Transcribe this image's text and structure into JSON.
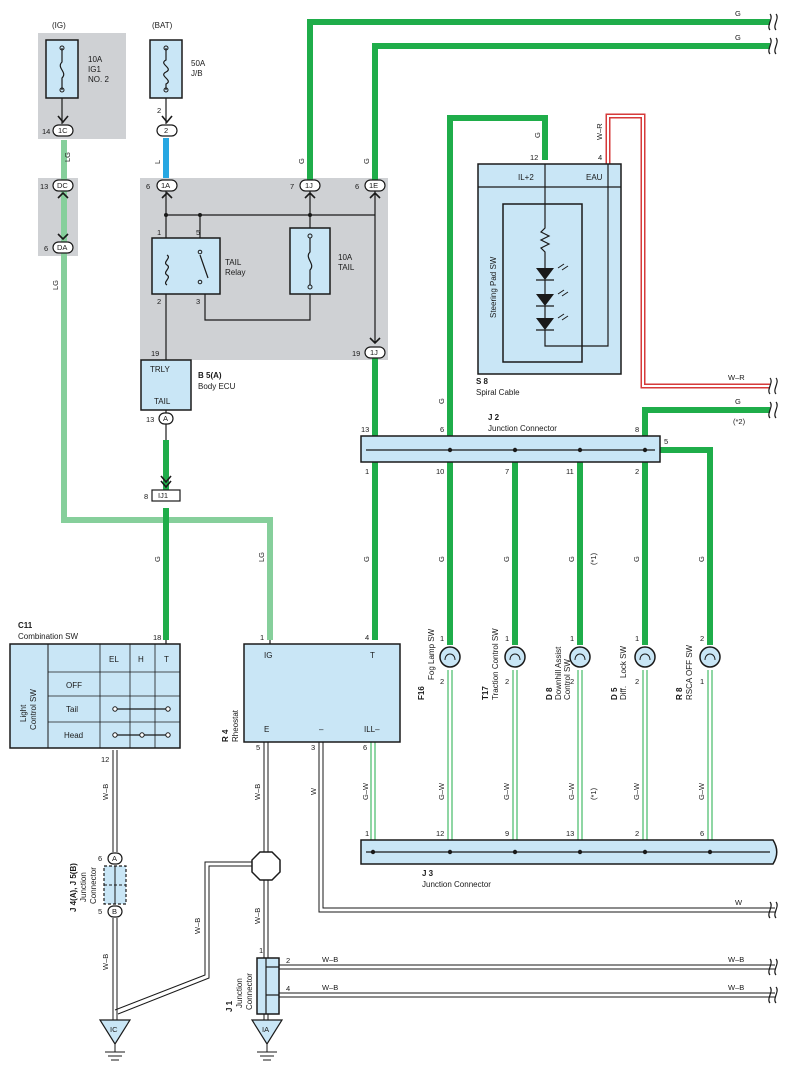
{
  "sources": {
    "ig": {
      "label": "(IG)",
      "fuse_amp": "10A",
      "fuse_name1": "IG1",
      "fuse_name2": "NO. 2"
    },
    "bat": {
      "label": "(BAT)",
      "fuse_amp": "50A",
      "fuse_name": "J/B"
    }
  },
  "pins": {
    "p14": "14",
    "p2": "2",
    "p6a": "6",
    "p13a": "13",
    "p6b": "6",
    "p7": "7",
    "p6c": "6",
    "p1r": "1",
    "p5r": "5",
    "p2r": "2",
    "p3r": "3",
    "p19a": "19",
    "p19b": "19",
    "p13b": "13",
    "p8": "8",
    "p18": "18",
    "p12a": "12",
    "p4a": "4",
    "j2_13": "13",
    "j2_6": "6",
    "j2_8": "8",
    "j2_5": "5",
    "j2_1": "1",
    "j2_10": "10",
    "j2_7": "7",
    "j2_11": "11",
    "j2_2": "2",
    "r1": "1",
    "r4": "4",
    "r5": "5",
    "r3": "3",
    "r6": "6",
    "f1": "1",
    "f2": "2",
    "t1": "1",
    "t2": "2",
    "d81": "1",
    "d82": "2",
    "d51": "1",
    "d52": "2",
    "r81": "2",
    "r82": "1",
    "j3_1": "1",
    "j3_12": "12",
    "j3_9": "9",
    "j3_13": "13",
    "j3_2": "2",
    "j3_6": "6",
    "c12": "12",
    "j46": "6",
    "j45": "5",
    "j11": "1",
    "j12": "2",
    "j14": "4"
  },
  "connectors": {
    "c1c": "1C",
    "cdc": "DC",
    "cda": "DA",
    "c2": "2",
    "c1a": "1A",
    "c1j": "1J",
    "c1e": "1E",
    "c1j2": "1J",
    "ca": "A",
    "cij1": "IJ1",
    "cA": "A",
    "cB": "B",
    "gic": "IC",
    "gia": "IA"
  },
  "wires": {
    "lg1": "LG",
    "lg2": "LG",
    "lg3": "LG",
    "l": "L",
    "g1": "G",
    "g2": "G",
    "g3": "G",
    "g4": "G",
    "g5": "G",
    "g6": "G",
    "g7": "G",
    "g8": "G",
    "g9": "G",
    "g10": "G",
    "g11": "G",
    "g12": "G",
    "g13": "G",
    "g14": "G",
    "wr1": "W–R",
    "wr2": "W–R",
    "star1": "(*1)",
    "star1b": "(*1)",
    "star2": "(*2)",
    "wb1": "W–B",
    "wb2": "W–B",
    "wb3": "W–B",
    "wb4": "W–B",
    "wb5": "W–B",
    "wb6": "W–B",
    "wb7": "W–B",
    "wb8": "W–B",
    "wb9": "W–B",
    "w1": "W",
    "w2": "W",
    "gw1": "G–W",
    "gw2": "G–W",
    "gw3": "G–W",
    "gw4": "G–W",
    "gw5": "G–W",
    "gw6": "G–W"
  },
  "components": {
    "relay": {
      "name1": "TAIL",
      "name2": "Relay"
    },
    "tail_fuse": {
      "amp": "10A",
      "name": "TAIL"
    },
    "body_ecu": {
      "code": "B 5(A)",
      "name": "Body ECU",
      "pin_trly": "TRLY",
      "pin_tail": "TAIL"
    },
    "steering": {
      "code": "S 8",
      "name": "Spiral Cable",
      "inner": "Steering Pad SW",
      "pin_il2": "IL+2",
      "pin_eau": "EAU"
    },
    "j2": {
      "code": "J 2",
      "name": "Junction Connector"
    },
    "j3": {
      "code": "J 3",
      "name": "Junction Connector"
    },
    "combo": {
      "code": "C11",
      "name": "Combination SW",
      "side1": "Light",
      "side2": "Control SW",
      "col_el": "EL",
      "col_h": "H",
      "col_t": "T",
      "row_off": "OFF",
      "row_tail": "Tail",
      "row_head": "Head"
    },
    "rheostat": {
      "code": "R 4",
      "name": "Rheostat",
      "pin_ig": "IG",
      "pin_t": "T",
      "pin_e": "E",
      "pin_minus": "–",
      "pin_ill": "ILL–"
    },
    "j4j5": {
      "code": "J 4(A), J 5(B)",
      "name1": "Junction",
      "name2": "Connector"
    },
    "j1": {
      "code": "J 1",
      "name1": "Junction",
      "name2": "Connector"
    },
    "f16": {
      "code": "F16",
      "name": "Fog Lamp SW"
    },
    "t17": {
      "code": "T17",
      "name": "Traction Control SW"
    },
    "d8": {
      "code": "D 8",
      "name1": "Downhill Assist",
      "name2": "Control SW"
    },
    "d5": {
      "code": "D 5",
      "name1": "Diff.",
      "name2": "Lock SW"
    },
    "r8": {
      "code": "R 8",
      "name": "RSCA OFF SW"
    }
  },
  "colors": {
    "g": "#1fad4a",
    "lg": "#86cf9b",
    "l": "#27a7e2",
    "r": "#d63a3a",
    "box_gray": "#cfd1d4",
    "box_blue": "#c9e6f6",
    "ink": "#1a1a1a"
  }
}
